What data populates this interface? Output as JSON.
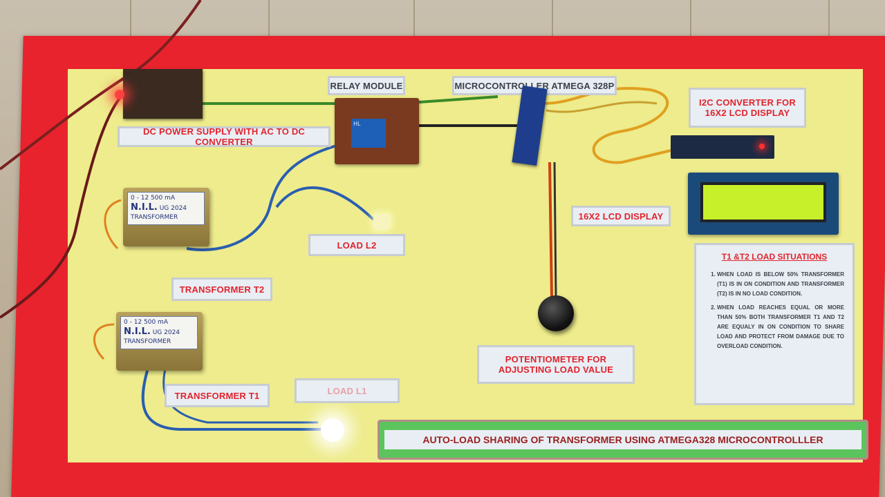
{
  "labels": {
    "dc_power": "DC POWER SUPPLY WITH AC TO DC CONVERTER",
    "relay": "RELAY MODULE",
    "microcontroller": "MICROCONTROLLER ATMEGA 328P",
    "i2c": "I2C CONVERTER FOR 16X2 LCD DISPLAY",
    "lcd": "16X2 LCD DISPLAY",
    "load_l2": "LOAD L2",
    "load_l1": "LOAD L1",
    "transformer_t2": "TRANSFORMER T2",
    "transformer_t1": "TRANSFORMER T1",
    "potentiometer": "POTENTIOMETER FOR ADJUSTING LOAD VALUE"
  },
  "transformers": {
    "brand": "N.I.L.",
    "rating": "0 - 12  500 mA",
    "code": "UG 2024",
    "type": "TRANSFORMER"
  },
  "relay_text": "HL",
  "load_situations": {
    "heading": "T1 &T2 LOAD SITUATIONS",
    "items": [
      "WHEN LOAD IS BELOW 50% TRANSFORMER (T1) IS IN ON CONDITION AND TRANSFORMER (T2) IS IN NO LOAD CONDITION.",
      "WHEN LOAD REACHES EQUAL OR MORE THAN 50% BOTH TRANSFORMER T1 AND T2 ARE EQUALY IN ON CONDITION TO SHARE LOAD AND PROTECT FROM DAMAGE DUE TO OVERLOAD CONDITION."
    ]
  },
  "title": "AUTO-LOAD SHARING OF TRANSFORMER USING ATMEGA328 MICROCONTROLLLER",
  "colors": {
    "board_red": "#e8232d",
    "board_yellow": "#eeec8c",
    "label_text": "#e0232d",
    "banner_green": "#5cc45c",
    "lcd_backlight": "#c8f02a"
  }
}
